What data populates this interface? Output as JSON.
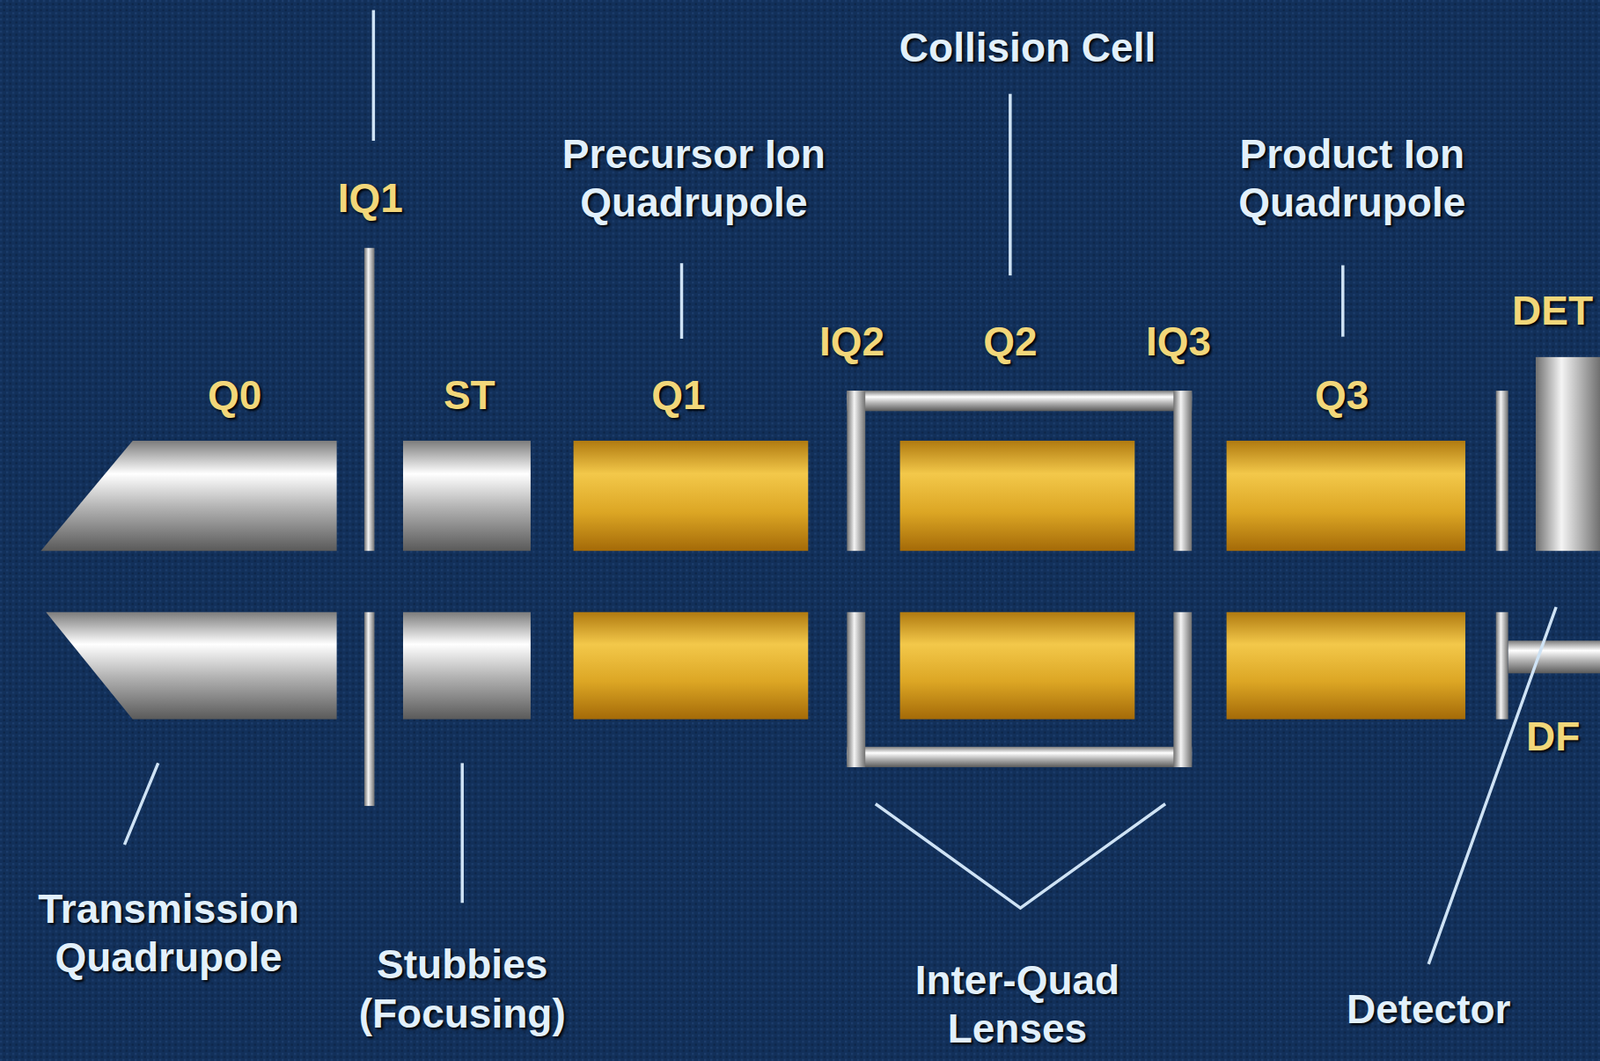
{
  "diagram": {
    "labels": [
      "IQ1",
      "Collision Cell",
      "Precursor Ion Quadrupole",
      "Product Ion Quadrupole",
      "DET",
      "Q0",
      "ST",
      "Q1",
      "IQ2",
      "Q2",
      "IQ3",
      "Q3",
      "DF",
      "Transmission Quadrupole",
      "Stubbies (Focusing)",
      "Inter-Quad Lenses",
      "Detector"
    ]
  }
}
